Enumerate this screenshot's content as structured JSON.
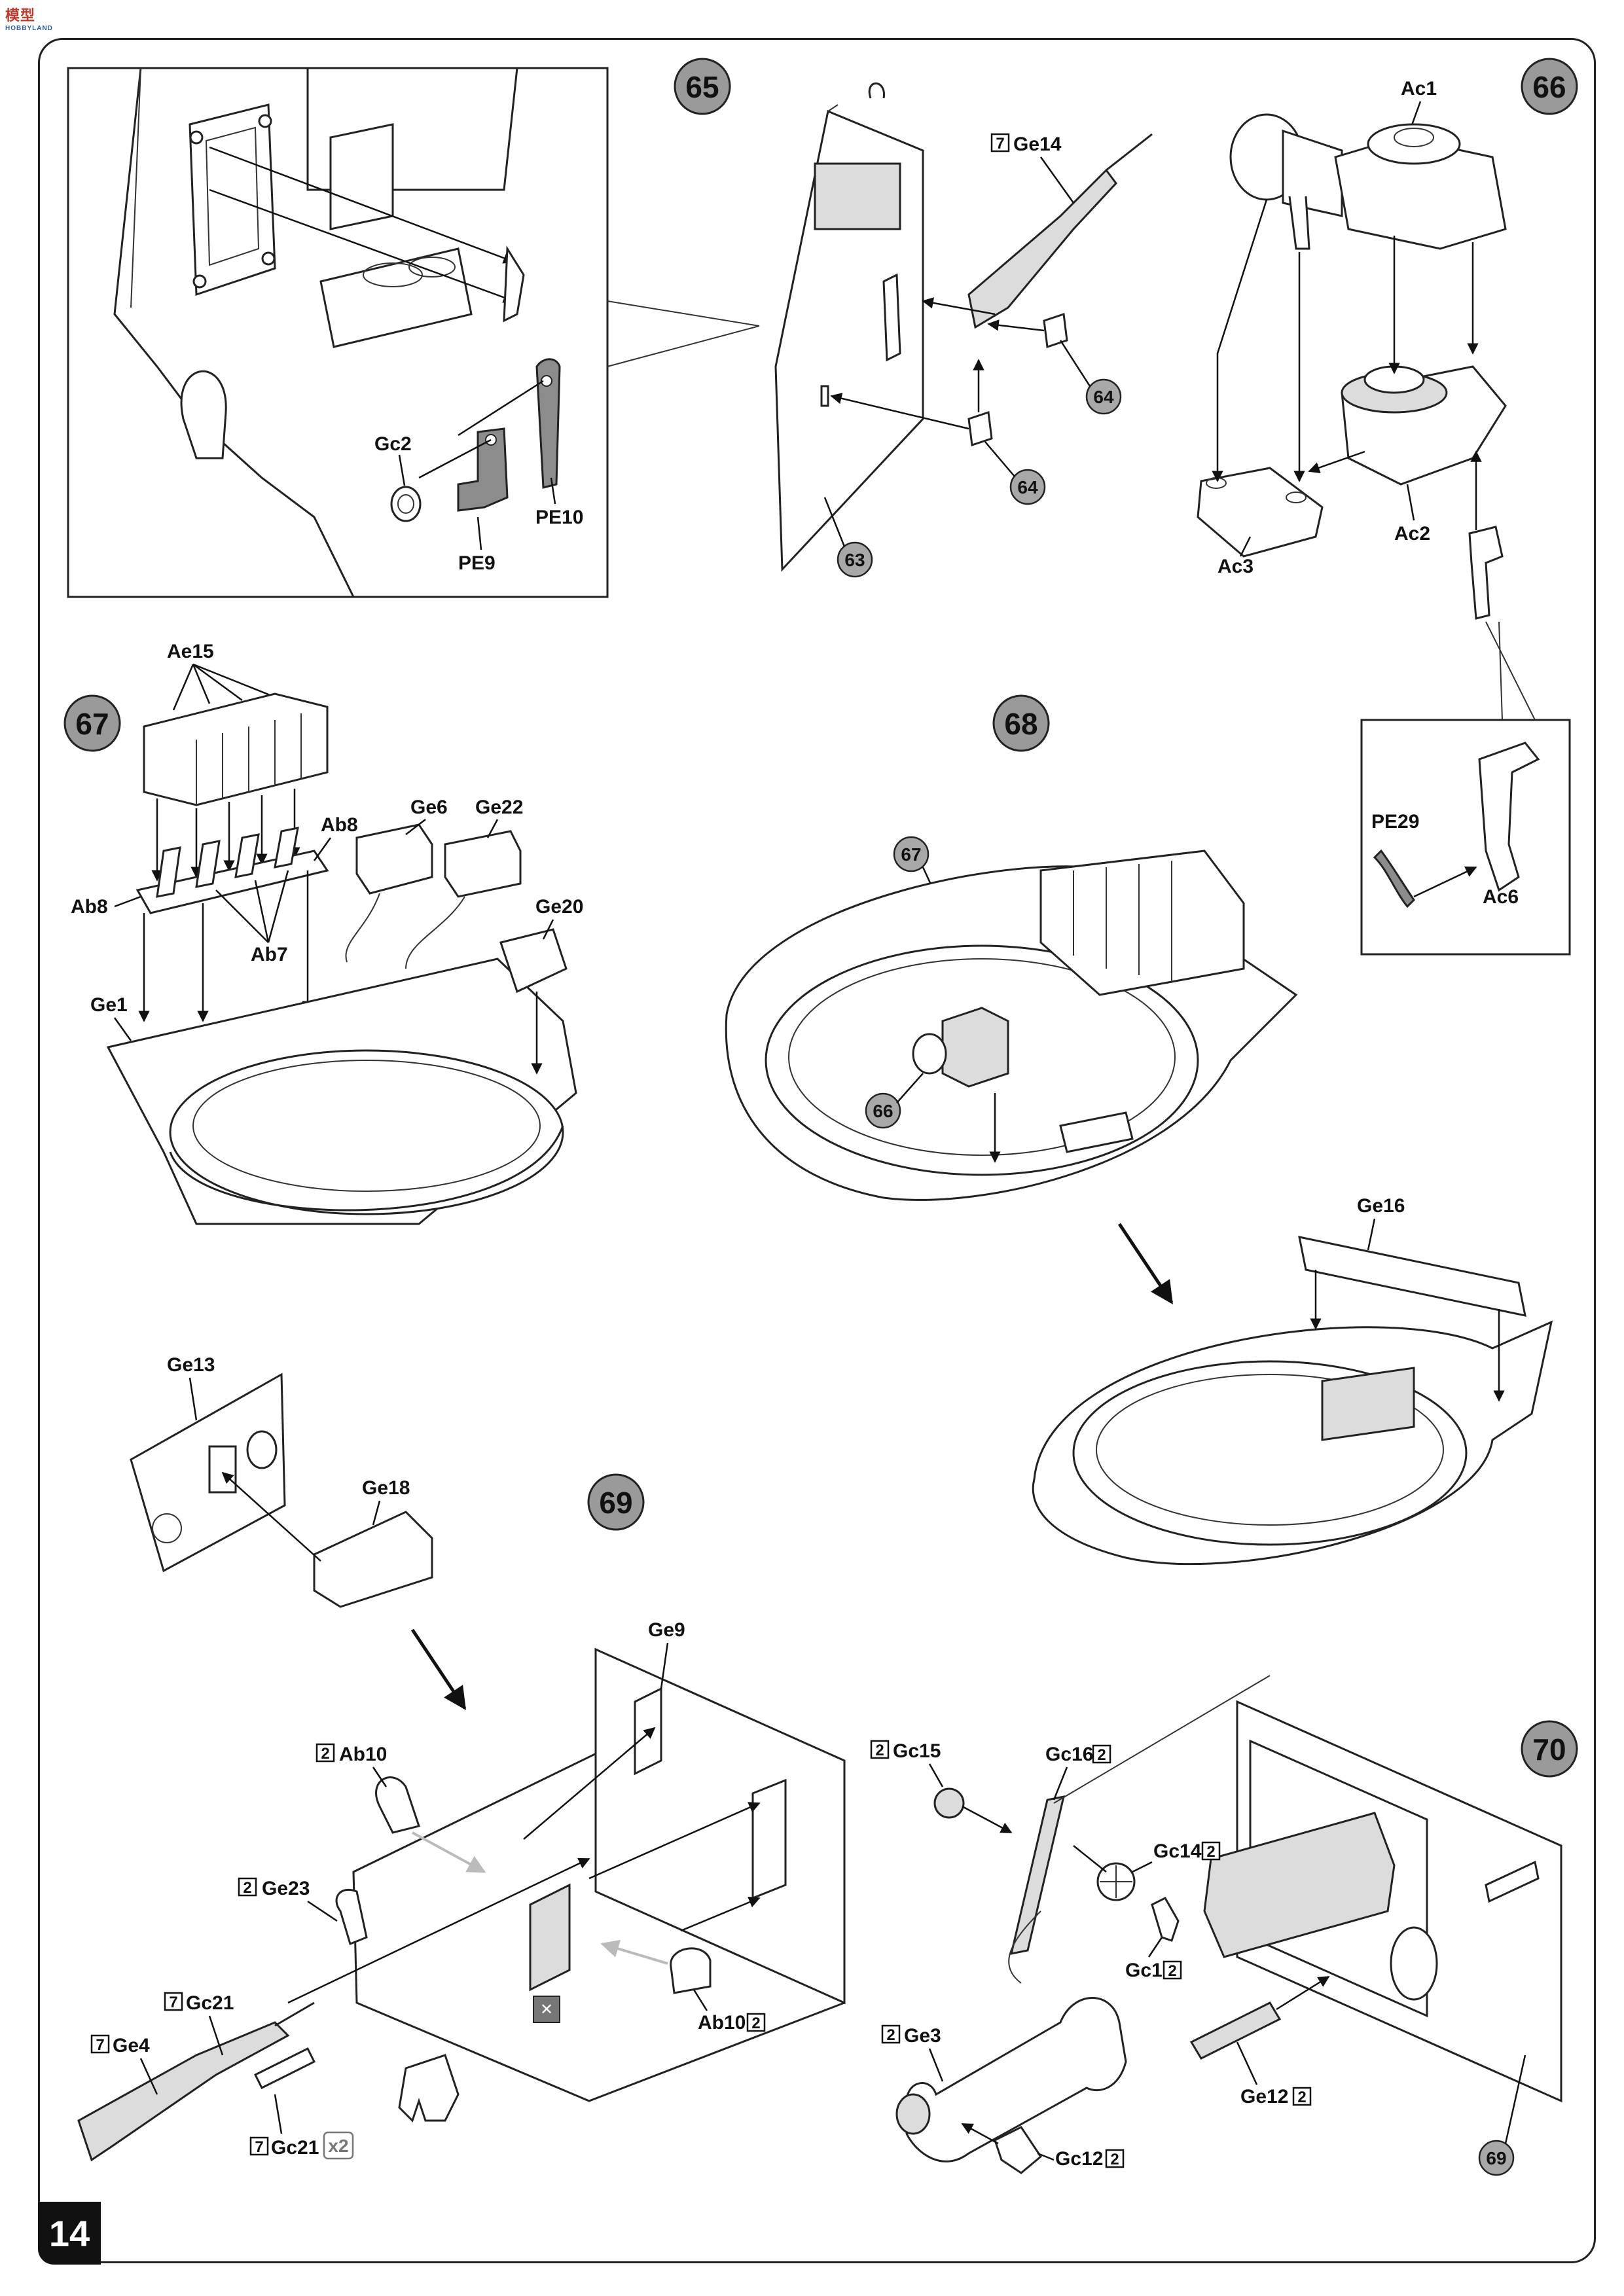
{
  "page": {
    "number": "14"
  },
  "logo": {
    "text": "模型",
    "sub": "HOBBYLAND"
  },
  "steps": {
    "s65": {
      "number": "65",
      "parts": {
        "gc2": "Gc2",
        "pe9": "PE9",
        "pe10": "PE10",
        "ge14": "Ge14",
        "ge14_box": "7"
      },
      "refs": {
        "r64a": "64",
        "r64b": "64",
        "r63": "63"
      }
    },
    "s66": {
      "number": "66",
      "parts": {
        "ac1": "Ac1",
        "ac2": "Ac2",
        "ac3": "Ac3",
        "ac6": "Ac6",
        "pe29": "PE29"
      }
    },
    "s67": {
      "number": "67",
      "parts": {
        "ae15": "Ae15",
        "ab8a": "Ab8",
        "ab8b": "Ab8",
        "ab7": "Ab7",
        "ge1": "Ge1",
        "ge6": "Ge6",
        "ge22": "Ge22",
        "ge20": "Ge20"
      }
    },
    "s68": {
      "number": "68",
      "parts": {
        "ge16": "Ge16"
      },
      "refs": {
        "r67": "67",
        "r66": "66"
      }
    },
    "s69": {
      "number": "69",
      "parts": {
        "ge13": "Ge13",
        "ge18": "Ge18",
        "ge9": "Ge9",
        "ab10a": "Ab10",
        "ab10a_box": "2",
        "ge23": "Ge23",
        "ge23_box": "2",
        "gc21a": "Gc21",
        "gc21a_box": "7",
        "ge4": "Ge4",
        "ge4_box": "7",
        "gc21b": "Gc21",
        "gc21b_box": "7",
        "gc21b_mult": "x2",
        "ab10b": "Ab10",
        "ab10b_box": "2"
      }
    },
    "s70": {
      "number": "70",
      "parts": {
        "gc15": "Gc15",
        "gc15_box": "2",
        "gc16": "Gc16",
        "gc16_box": "2",
        "gc14": "Gc14",
        "gc14_box": "2",
        "gc1": "Gc1",
        "gc1_box": "2",
        "ge3": "Ge3",
        "ge3_box": "2",
        "gc12": "Gc12",
        "gc12_box": "2",
        "ge12": "Ge12",
        "ge12_box": "2"
      },
      "refs": {
        "r69": "69"
      }
    }
  },
  "colors": {
    "ink": "#1a1a1a",
    "step_circle": "#9a9a9a",
    "ref_circle": "#a8a8a8",
    "part_shade": "#dcdcdc",
    "pe_grey": "#8c8c8c"
  }
}
